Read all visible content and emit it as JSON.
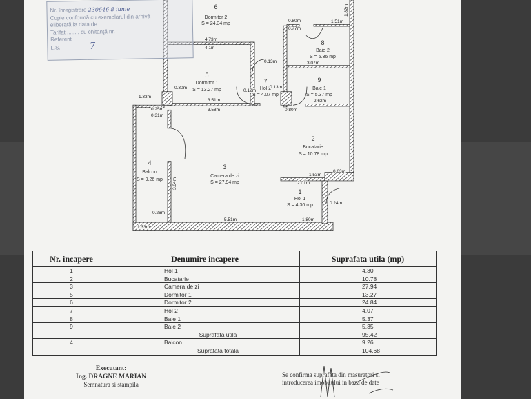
{
  "stamp": {
    "lines": [
      "Nr. înregistrare",
      "Copie conformă cu exemplarul din arhivă",
      "eliberată la data de",
      "Tarifat ........ cu chitanţă nr.",
      "Referent",
      "L.S."
    ],
    "handwritten_number": "230646",
    "handwritten_date": "8 iunie",
    "handwritten_mark": "7"
  },
  "plan": {
    "rooms": [
      {
        "nr": "6",
        "name": "Dormitor 2",
        "area": "S = 24.34 mp"
      },
      {
        "nr": "8",
        "name": "Baie 2",
        "area": "S = 5.36 mp"
      },
      {
        "nr": "5",
        "name": "Dormitor 1",
        "area": "S = 13.27 mp"
      },
      {
        "nr": "7",
        "name": "Hol 2",
        "area": "S = 4.07 mp"
      },
      {
        "nr": "9",
        "name": "Baie 1",
        "area": "S = 5.37 mp"
      },
      {
        "nr": "2",
        "name": "Bucatarie",
        "area": "S = 10.78 mp"
      },
      {
        "nr": "4",
        "name": "Balcon",
        "area": "S = 9.26 mp"
      },
      {
        "nr": "3",
        "name": "Camera de zi",
        "area": "S = 27.94 mp"
      },
      {
        "nr": "1",
        "name": "Hol 1",
        "area": "S = 4.30 mp"
      }
    ],
    "dimensions": [
      "4.73m",
      "4.1m",
      "3.51m",
      "3.58m",
      "1.33m",
      "0.30m",
      "0.25m",
      "0.31m",
      "0.12m",
      "0.13m",
      "0.80m",
      "2.62m",
      "3.07m",
      "1.51m",
      "0.80m",
      "0.77m",
      "0.13m",
      "0.63m",
      "1.53m",
      "2.01m",
      "0.24m",
      "1.80m",
      "5.51m",
      "0.26m",
      "1.33m",
      "3.04m",
      "1.82m"
    ]
  },
  "table": {
    "headers": [
      "Nr. incapere",
      "Denumire incapere",
      "Suprafata utila (mp)"
    ],
    "rows": [
      {
        "nr": "1",
        "name": "Hol 1",
        "area": "4.30"
      },
      {
        "nr": "2",
        "name": "Bucatarie",
        "area": "10.78"
      },
      {
        "nr": "3",
        "name": "Camera de zi",
        "area": "27.94"
      },
      {
        "nr": "5",
        "name": "Dormitor 1",
        "area": "13.27"
      },
      {
        "nr": "6",
        "name": "Dormitor 2",
        "area": "24.84"
      },
      {
        "nr": "7",
        "name": "Hol 2",
        "area": "4.07"
      },
      {
        "nr": "8",
        "name": "Baie 1",
        "area": "5.37"
      },
      {
        "nr": "9",
        "name": "Baie 2",
        "area": "5.35"
      }
    ],
    "useful_label": "Suprafata utila",
    "useful_value": "95.42",
    "balcony": {
      "nr": "4",
      "name": "Balcon",
      "area": "9.26"
    },
    "total_label": "Suprafata totala",
    "total_value": "104.68"
  },
  "signatures": {
    "executant_title": "Executant:",
    "executant_name": "Ing. DRAGNE MARIAN",
    "executant_sign": "Semnatura si stampila",
    "confirm_line1": "Se confirma suprafata din masuratori si",
    "confirm_line2": "introducerea imobilului in baza de date"
  }
}
